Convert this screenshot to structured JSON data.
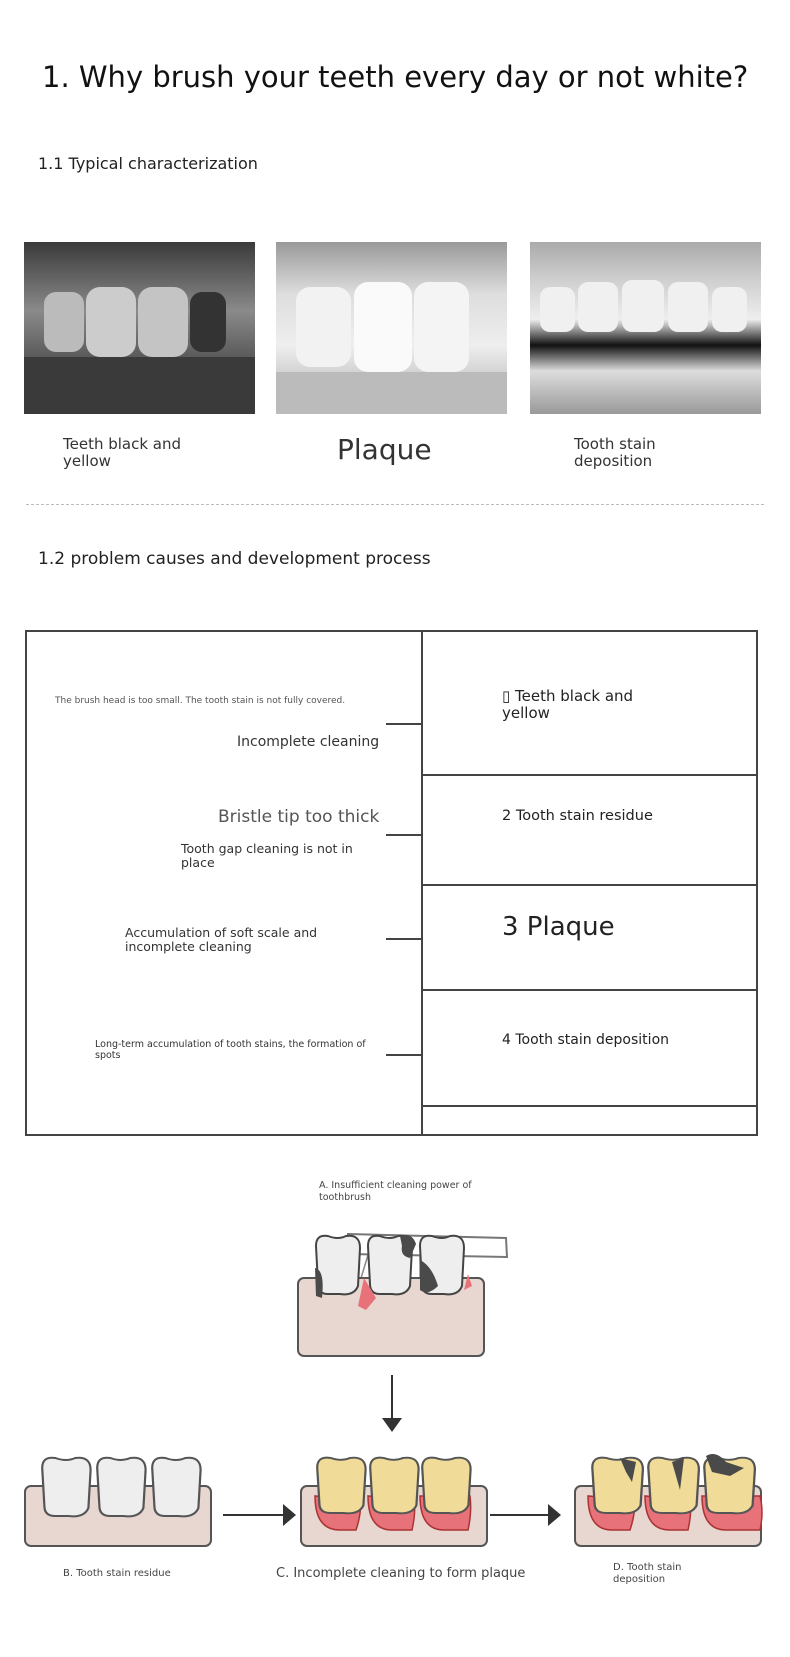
{
  "title": "1. Why brush your teeth every day or not white?",
  "section1": {
    "heading": "1.1 Typical characterization",
    "items": [
      {
        "caption": "Teeth black and yellow"
      },
      {
        "caption": "Plaque"
      },
      {
        "caption": "Tooth stain deposition"
      }
    ]
  },
  "section2": {
    "heading": "1.2 problem causes and development process",
    "left": [
      "The brush head is too small. The tooth stain is not fully covered.",
      "Incomplete cleaning",
      "Bristle tip too thick",
      "Tooth gap cleaning is not in place",
      "Accumulation of soft scale and incomplete cleaning",
      "Long-term accumulation of tooth stains, the formation of spots"
    ],
    "right": [
      "▯ Teeth black and yellow",
      "2 Tooth stain residue",
      "3 Plaque",
      "4 Tooth stain deposition"
    ]
  },
  "diagram": {
    "a": "A. Insufficient cleaning power of toothbrush",
    "b": "B. Tooth stain residue",
    "c": "C. Incomplete cleaning to form plaque",
    "d": "D. Tooth stain deposition"
  },
  "colors": {
    "gum": "#e8d6d0",
    "plaque": "#e8727a",
    "yellow": "#f0dc98",
    "stain": "#4a4a4a",
    "white_tooth": "#eeeeee"
  }
}
